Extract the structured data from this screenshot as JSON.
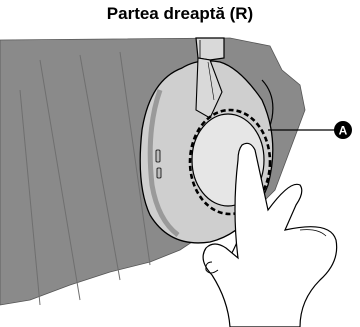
{
  "title": "Partea dreaptă (R)",
  "callout": {
    "label": "A",
    "meaning": "touch sensor area on right ear cup"
  },
  "colors": {
    "hair": "#8a8a8a",
    "headband": "#d9d9d9",
    "earcup_outer": "#cfcfcf",
    "earcup_inner": "#e6e6e6",
    "outline": "#000000",
    "skin": "#ffffff",
    "badge": "#000000"
  }
}
